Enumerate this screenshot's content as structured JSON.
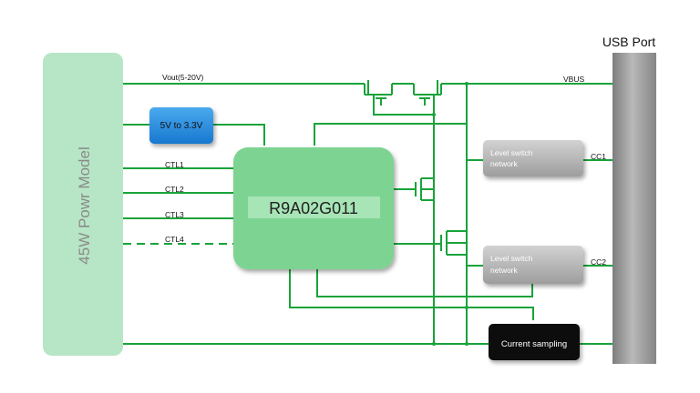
{
  "port": {
    "title": "USB Port"
  },
  "power_model": {
    "label": "45W Powr Model"
  },
  "converter": {
    "label": "5V to 3.3V"
  },
  "mcu": {
    "label": "R9A02G011"
  },
  "signals": {
    "vout": "Vout(5-20V)",
    "vbus": "VBUS",
    "ctl1": "CTL1",
    "ctl2": "CTL2",
    "ctl3": "CTL3",
    "ctl4": "CTL4",
    "cc1": "CC1",
    "cc2": "CC2"
  },
  "level_switch_1": {
    "line1": "Level switch",
    "line2": "network"
  },
  "level_switch_2": {
    "line1": "Level switch",
    "line2": "network"
  },
  "current_sampling": {
    "label": "Current sampling"
  },
  "colors": {
    "wire": "#19a33a",
    "power_model_fill": "#b7e6c6",
    "mcu_fill": "#7dd492",
    "converter_fill": "#2a8ee0",
    "level_switch_fill": "#b5b5b5",
    "current_sampling_fill": "#111111",
    "port_fill": "#9a9a9a"
  }
}
